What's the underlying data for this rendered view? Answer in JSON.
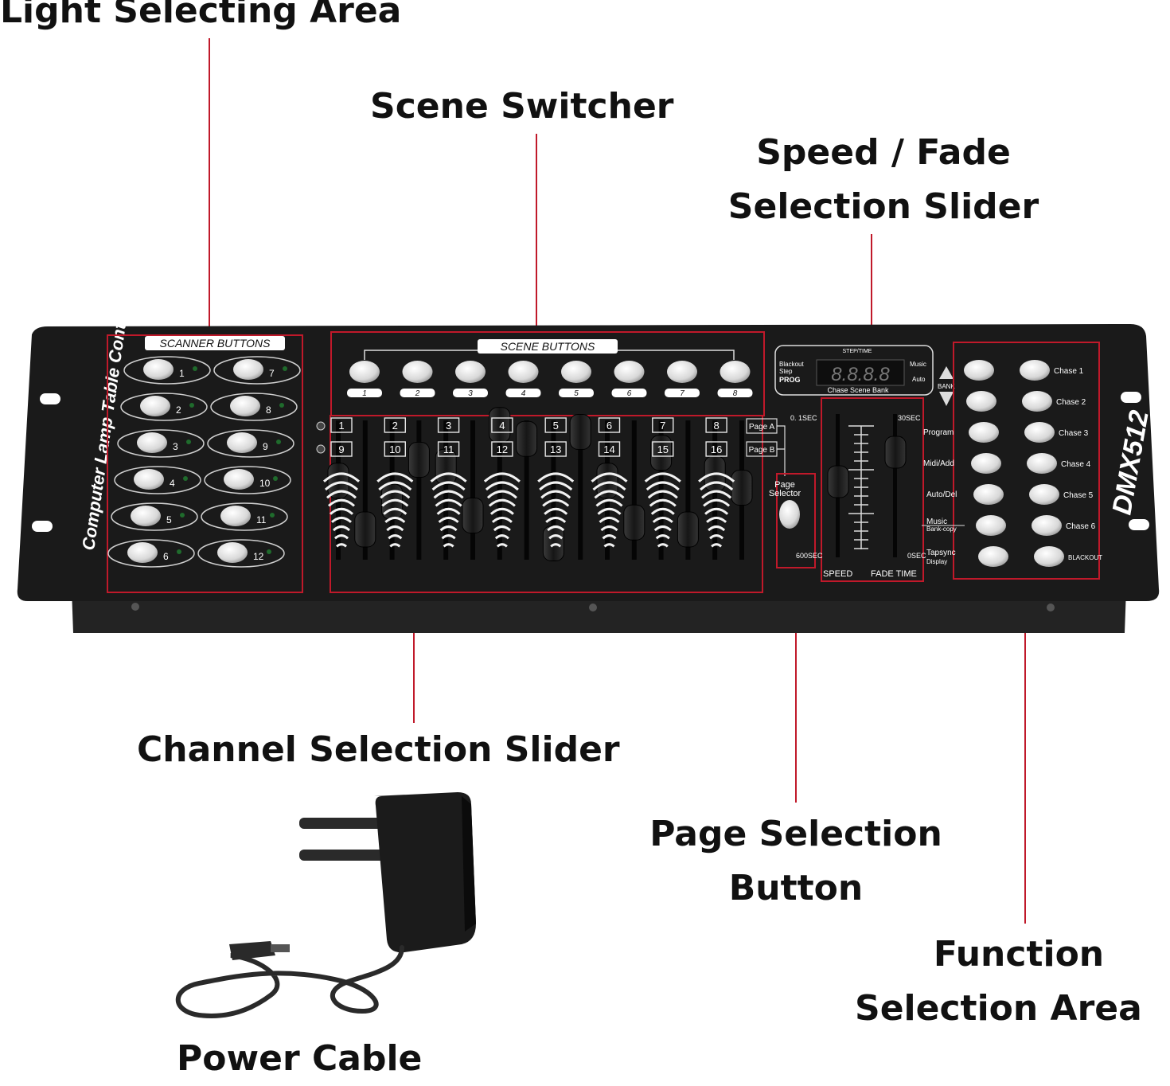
{
  "labels": {
    "light_area": "Light Selecting Area",
    "scene_switcher": "Scene Switcher",
    "speed_fade_1": "Speed / Fade",
    "speed_fade_2": "Selection Slider",
    "channel_slider": "Channel Selection Slider",
    "page_button_1": "Page Selection",
    "page_button_2": "Button",
    "function_area_1": "Function",
    "function_area_2": "Selection Area",
    "power_cable": "Power Cable"
  },
  "device": {
    "side_text": "Computer Lamp Table Controller",
    "model": "DMX512",
    "scanner_title": "SCANNER  BUTTONS",
    "scene_title": "SCENE  BUTTONS",
    "scanner_numbers": [
      "1",
      "2",
      "3",
      "4",
      "5",
      "6",
      "7",
      "8",
      "9",
      "10",
      "11",
      "12"
    ],
    "scene_numbers": [
      "1",
      "2",
      "3",
      "4",
      "5",
      "6",
      "7",
      "8"
    ],
    "channel_top": [
      "1",
      "2",
      "3",
      "4",
      "5",
      "6",
      "7",
      "8"
    ],
    "channel_bottom": [
      "9",
      "10",
      "11",
      "12",
      "13",
      "14",
      "15",
      "16"
    ],
    "page_a": "Page A",
    "page_b": "Page B",
    "page_selector_1": "Page",
    "page_selector_2": "Selector",
    "display": {
      "steptime": "STEP/TIME",
      "left_1": "Blackout",
      "left_2": "Step",
      "left_3": "PROG",
      "right_1": "Music",
      "right_2": "Auto",
      "digits": "8.8.8.8",
      "bottom": "Chase  Scene  Bank",
      "bank": "BANK"
    },
    "speed_fade": {
      "t_left": "0. 1SEC",
      "t_right": "30SEC",
      "b_left": "600SEC",
      "b_right": "0SEC",
      "speed": "SPEED",
      "fade": "FADE TIME"
    },
    "func_left": [
      "Program",
      "Midi/Add",
      "Auto/Del",
      "Music",
      "Bank-copy",
      "Tapsync",
      "Display"
    ],
    "func_right": [
      "Chase 1",
      "Chase 2",
      "Chase 3",
      "Chase 4",
      "Chase 5",
      "Chase 6",
      "BLACKOUT"
    ]
  },
  "fader_levels": [
    0.55,
    0.2,
    0.4,
    0.7,
    0.65,
    0.3,
    0.95,
    0.85,
    0.1,
    0.9,
    0.55,
    0.25,
    0.75,
    0.2,
    0.6,
    0.5
  ],
  "colors": {
    "accent": "#c0192a",
    "body": "#1a1a1a"
  }
}
